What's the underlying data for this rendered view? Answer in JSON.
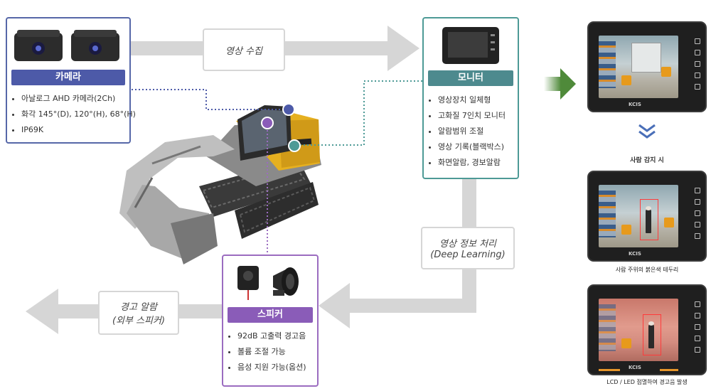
{
  "camera": {
    "title": "카메라",
    "features": [
      "아날로그 AHD 카메라(2Ch)",
      "화각 145°(D), 120°(H), 68°(H)",
      "IP69K"
    ]
  },
  "monitor": {
    "title": "모니터",
    "features": [
      "영상장치 일체형",
      "고화질 7인치 모니터",
      "알람범위 조절",
      "영상 기록(블랙박스)",
      "화면알람, 경보알람"
    ]
  },
  "speaker": {
    "title": "스피커",
    "features": [
      "92dB 고출력 경고음",
      "볼륨 조절 가능",
      "음성 지원 가능(옵션)"
    ]
  },
  "flows": {
    "collect": "영상 수집",
    "process_line1": "영상 정보 처리",
    "process_line2": "(Deep Learning)",
    "warn_line1": "경고 알람",
    "warn_line2": "(외부 스피커)"
  },
  "screens": {
    "caption_detect": "사람 감지 시",
    "caption_box": "사람 주위의 붉은색 테두리",
    "caption_alarm": "LCD / LED 점멸하여 경고음 발생",
    "logo": "KCIS"
  },
  "colors": {
    "camera": "#4d5aa8",
    "monitor": "#4d8a8e",
    "speaker": "#8a5cb8",
    "arrow": "#d6d6d6",
    "green_arrow": "#4f8a3a",
    "excavator": "#e6b020"
  }
}
